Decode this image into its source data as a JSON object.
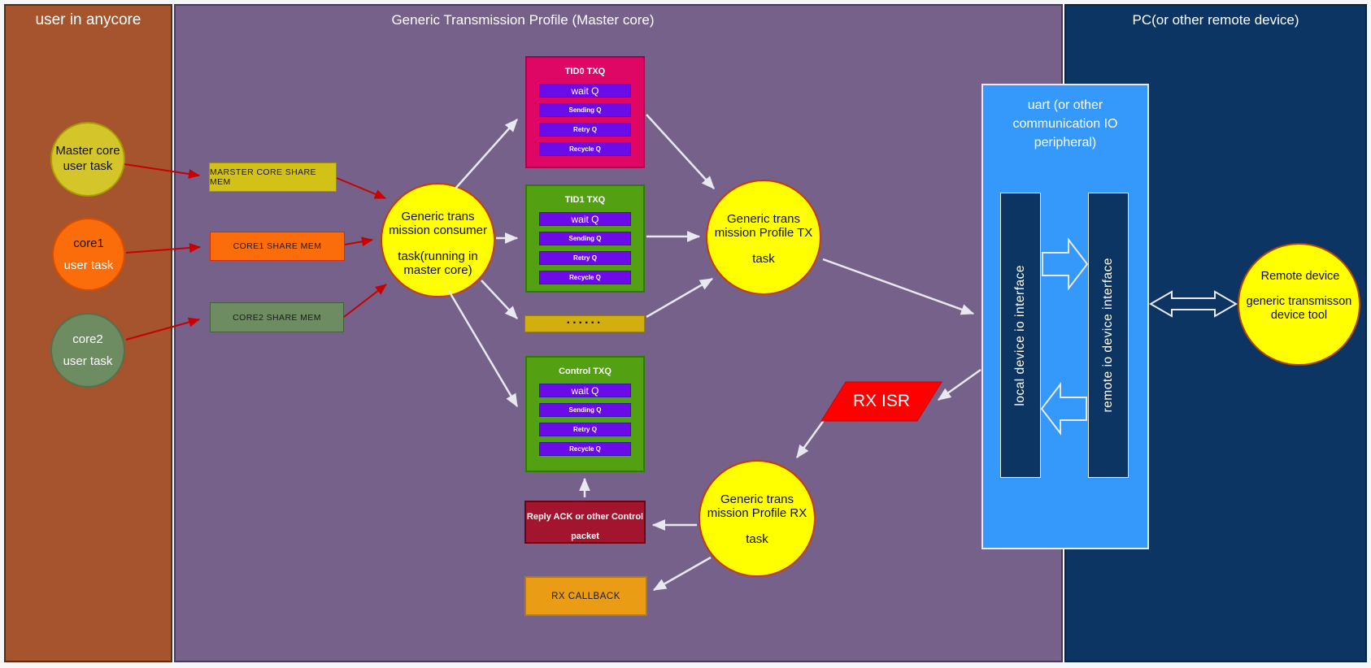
{
  "panels": {
    "user": {
      "title": "user in anycore"
    },
    "master": {
      "title": "Generic Transmission Profile (Master core)"
    },
    "pc": {
      "title": "PC(or other remote device)"
    }
  },
  "nodes": {
    "master_core_task": {
      "line1": "Master core",
      "line2": "user task"
    },
    "core1_task": {
      "line1": "core1",
      "line2": "user task"
    },
    "core2_task": {
      "line1": "core2",
      "line2": "user task"
    },
    "master_share_mem": "MARSTER CORE SHARE MEM",
    "core1_share_mem": "CORE1 SHARE MEM",
    "core2_share_mem": "CORE2 SHARE MEM",
    "consumer": {
      "text1": "Generic trans mission consumer",
      "text2": "task(running in master core)"
    },
    "tx_task": {
      "text1": "Generic trans mission Profile TX",
      "text2": "task"
    },
    "rx_task": {
      "text1": "Generic trans mission Profile RX",
      "text2": "task"
    },
    "rx_isr": "RX ISR",
    "reply_ack": {
      "line1": "Reply ACK  or  other Control",
      "line2": "packet"
    },
    "rx_callback": "RX CALLBACK",
    "ellipsis": "......",
    "remote_device": {
      "text1": "Remote device",
      "text2": "generic transmisson device  tool"
    }
  },
  "queues": {
    "tid0": {
      "title": "TID0 TXQ",
      "rows": [
        "wait Q",
        "Sending Q",
        "Retry  Q",
        "Recycle Q"
      ]
    },
    "tid1": {
      "title": "TID1 TXQ",
      "rows": [
        "wait Q",
        "Sending Q",
        "Retry  Q",
        "Recycle Q"
      ]
    },
    "control": {
      "title": "Control TXQ",
      "rows": [
        "wait Q",
        "Sending Q",
        "Retry  Q",
        "Recycle Q"
      ]
    }
  },
  "uart": {
    "title": "uart (or other communication IO peripheral)",
    "local_interface": "local device io interface",
    "remote_interface": "remote io device interface"
  },
  "colors": {
    "left_panel": "#A5542D",
    "middle_panel": "#756189",
    "right_panel": "#0C3564",
    "task_circle_yellow": "#FFFF00",
    "mustard_box": "#D2C116",
    "orange_box": "#FB6D0B",
    "sage_green_box": "#6E8C62",
    "tid0_pink": "#DE0766",
    "txq_green": "#53A012",
    "queue_row_violet": "#6B0BE8",
    "reply_dark_red": "#A3142E",
    "callback_orange": "#EA9C15",
    "isr_red": "#FF0000",
    "uart_blue": "#3598FB",
    "red_arrow": "#C80000",
    "white_arrow": "#E8E8F0"
  }
}
